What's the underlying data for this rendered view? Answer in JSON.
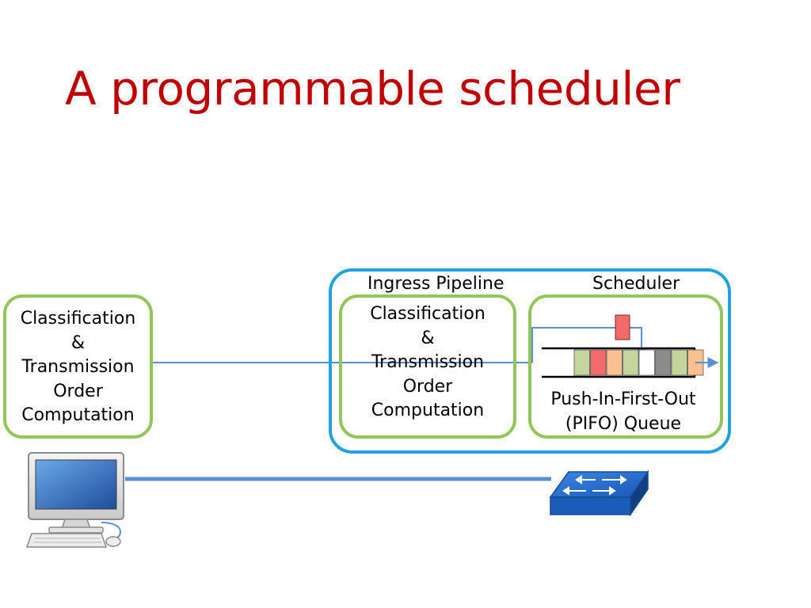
{
  "slide": {
    "title": "A programmable scheduler",
    "title_color": "#c00000"
  },
  "host_box": {
    "lines": [
      "Classification",
      "&",
      "Transmission",
      "Order",
      "Computation"
    ],
    "border_color": "#92c65a"
  },
  "switch_container": {
    "border_color": "#1fa2df",
    "ingress_label": "Ingress Pipeline",
    "scheduler_label": "Scheduler"
  },
  "ingress_box": {
    "lines": [
      "Classification",
      "&",
      "Transmission",
      "Order",
      "Computation"
    ],
    "border_color": "#92c65a"
  },
  "scheduler_box": {
    "queue_lines": [
      "Push-In-First-Out",
      "(PIFO) Queue"
    ],
    "border_color": "#92c65a"
  },
  "pifo_queue": {
    "incoming_packet_color": "#f26b6b",
    "slot_colors": [
      "#c3d69b",
      "#f26b6b",
      "#fac090",
      "#c3d69b",
      "#ffffff",
      "#8c8c8c",
      "#c3d69b",
      "#fac090"
    ]
  },
  "connections": {
    "line_color": "#5b8fd4"
  },
  "icons": {
    "host": "desktop-computer-icon",
    "switch": "network-switch-icon"
  }
}
